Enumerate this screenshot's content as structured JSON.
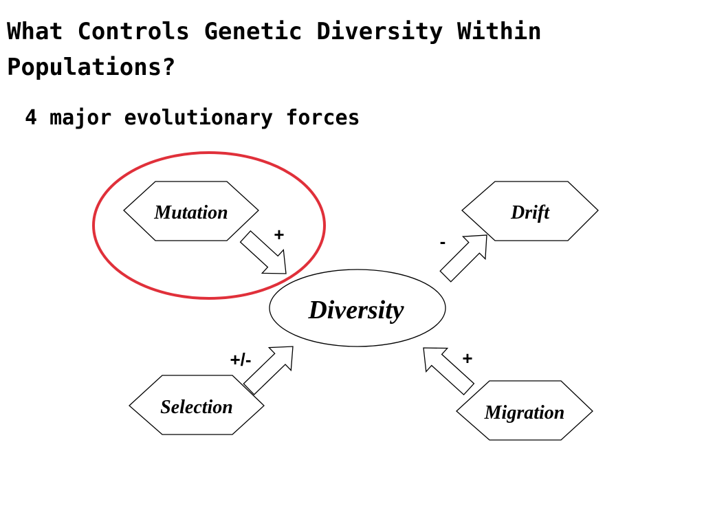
{
  "slide": {
    "title_line1": "What Controls Genetic Diversity Within",
    "title_line2": "Populations?",
    "subtitle": "4 major evolutionary forces"
  },
  "diagram": {
    "center": {
      "label": "Diversity"
    },
    "forces": [
      {
        "id": "mutation",
        "label": "Mutation",
        "effect": "+"
      },
      {
        "id": "drift",
        "label": "Drift",
        "effect": "-"
      },
      {
        "id": "selection",
        "label": "Selection",
        "effect": "+/-"
      },
      {
        "id": "migration",
        "label": "Migration",
        "effect": "+"
      }
    ],
    "highlighted_force": "mutation"
  },
  "colors": {
    "highlight": "#e0303a",
    "stroke": "#000000",
    "text": "#000000",
    "background": "#ffffff"
  }
}
